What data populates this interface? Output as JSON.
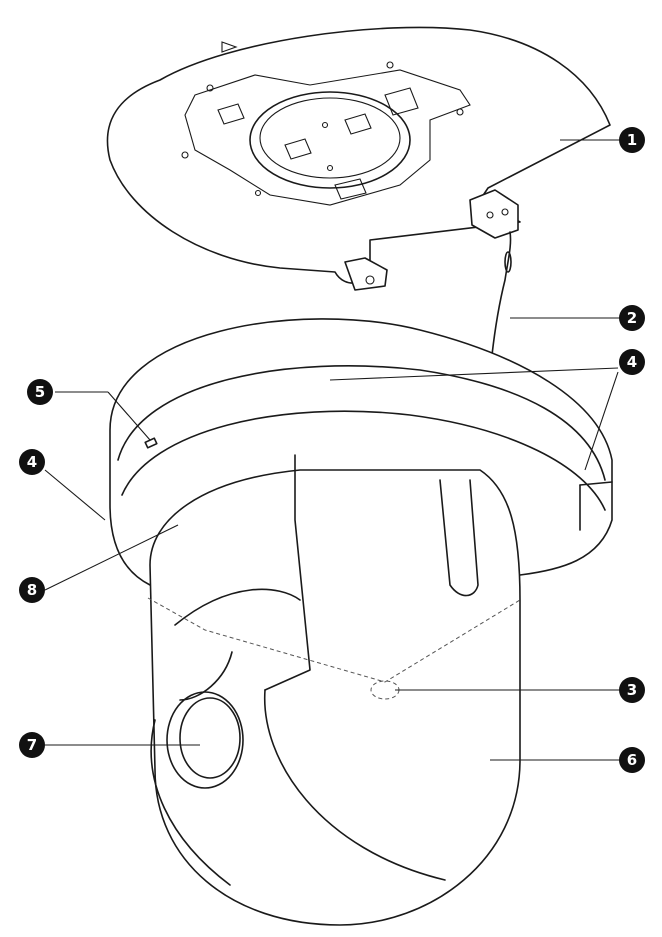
{
  "callouts": [
    {
      "id": "callout-1",
      "label": "1"
    },
    {
      "id": "callout-2",
      "label": "2"
    },
    {
      "id": "callout-3",
      "label": "3"
    },
    {
      "id": "callout-4a",
      "label": "4"
    },
    {
      "id": "callout-4b",
      "label": "4"
    },
    {
      "id": "callout-5",
      "label": "5"
    },
    {
      "id": "callout-6",
      "label": "6"
    },
    {
      "id": "callout-7",
      "label": "7"
    },
    {
      "id": "callout-8",
      "label": "8"
    }
  ],
  "colors": {
    "stroke": "#1a1a1a",
    "badge": "#111111",
    "badge_text": "#ffffff"
  }
}
